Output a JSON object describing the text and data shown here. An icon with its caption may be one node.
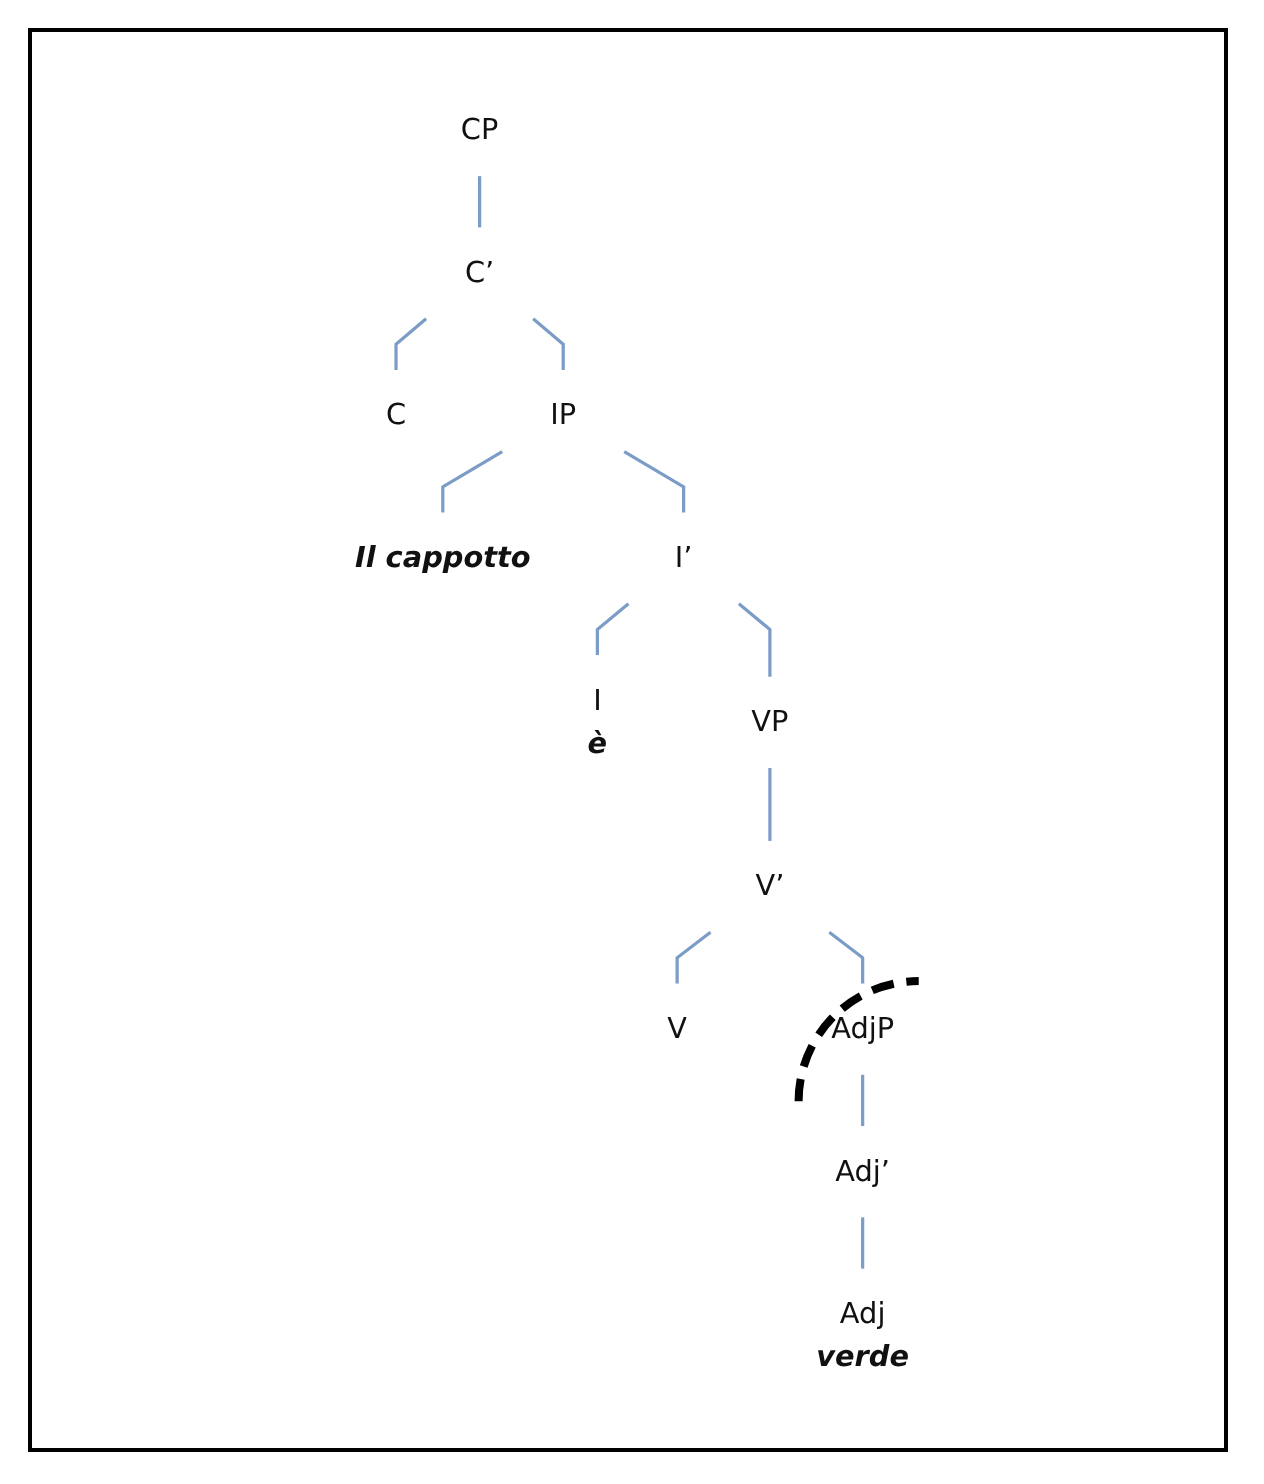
{
  "diagram": {
    "nodes": [
      {
        "text": [
          "CP"
        ]
      },
      {
        "text": [
          "C’"
        ]
      },
      {
        "text": [
          "C"
        ]
      },
      {
        "text": [
          "IP"
        ]
      },
      {
        "text": [
          "Il cappotto"
        ]
      },
      {
        "text": [
          "I’"
        ]
      },
      {
        "text": [
          "I"
        ],
        "beside": [
          "è"
        ]
      },
      {
        "text": [
          "VP"
        ]
      },
      {
        "text": [
          "V’"
        ]
      },
      {
        "text": [
          "V"
        ]
      },
      {
        "text": [
          "AdjP"
        ]
      },
      {
        "text": [
          "Adj’"
        ]
      },
      {
        "text": [
          "Adj"
        ],
        "beside": [
          "verde"
        ]
      }
    ],
    "edges": [
      {
        "from": 0,
        "to": 1,
        "arrow": "none"
      },
      {
        "from": 1,
        "to": 2,
        "arrow": "none"
      },
      {
        "from": 1,
        "to": 3,
        "arrow": "none"
      },
      {
        "from": 3,
        "to": 4,
        "arrow": "none"
      },
      {
        "from": 3,
        "to": 5,
        "arrow": "none"
      },
      {
        "from": 5,
        "to": 6,
        "arrow": "none"
      },
      {
        "from": 5,
        "to": 7,
        "arrow": "none"
      },
      {
        "from": 7,
        "to": 8,
        "arrow": "none"
      },
      {
        "from": 8,
        "to": 9,
        "arrow": "none"
      },
      {
        "from": 8,
        "to": 10,
        "arrow": "none"
      },
      {
        "from": 10,
        "to": 11,
        "arrow": "none"
      },
      {
        "from": 11,
        "to": 12,
        "arrow": "none"
      }
    ]
  }
}
